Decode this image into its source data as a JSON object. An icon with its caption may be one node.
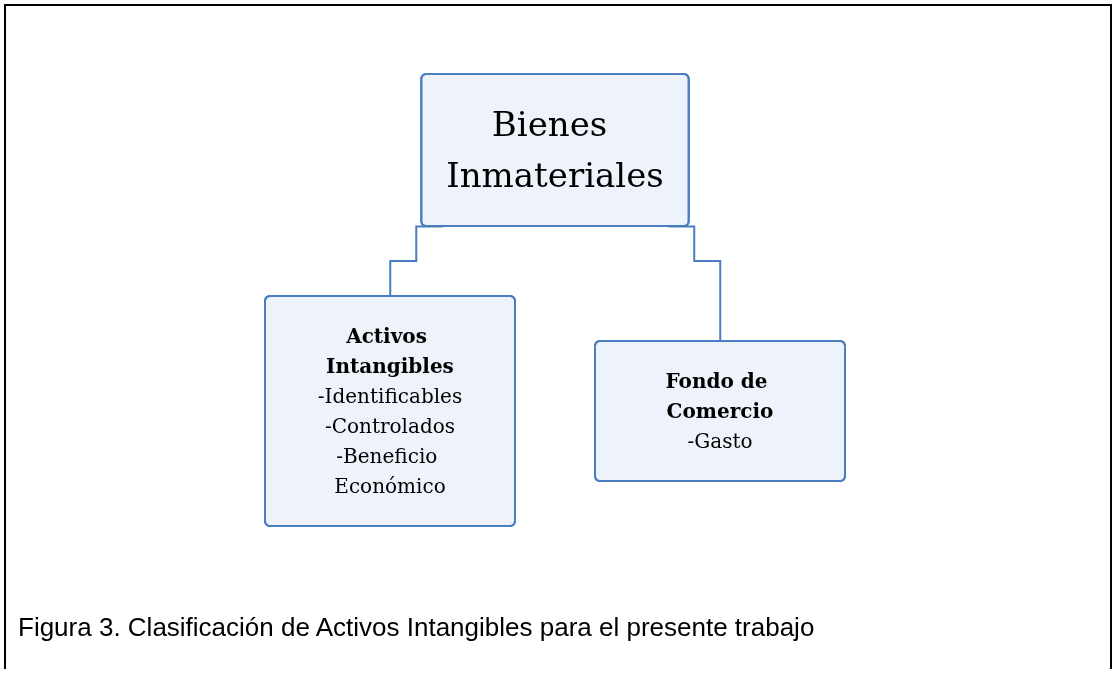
{
  "diagram": {
    "caption": "Figura 3. Clasificación de Activos Intangibles para el presente trabajo",
    "nodes": [
      {
        "text": [
          "Bienes Inmateriales"
        ]
      },
      {
        "text": [
          "Activos Intangibles",
          "-Identificables",
          "-Controlados",
          "-Beneficio Económico"
        ]
      },
      {
        "text": [
          "Fondo de Comercio",
          "-Gasto"
        ]
      }
    ],
    "edges": [
      {
        "from": 0,
        "to": 1,
        "arrow": "none"
      },
      {
        "from": 0,
        "to": 2,
        "arrow": "none"
      }
    ]
  }
}
